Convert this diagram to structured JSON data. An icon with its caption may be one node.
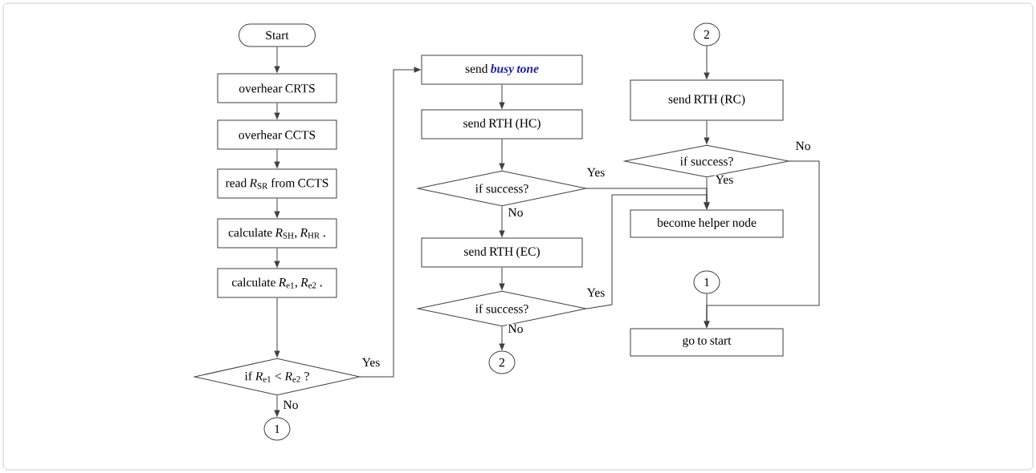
{
  "diagram": {
    "nodes": [
      {
        "text": [
          "Start"
        ]
      },
      {
        "text": [
          "overhear CRTS"
        ]
      },
      {
        "text": [
          "overhear CCTS"
        ]
      },
      {
        "text": [
          "read *R*$_{SR}$ from CCTS"
        ]
      },
      {
        "text": [
          "calculate *R*$_{SH}$, *R*$_{HR}$ ."
        ]
      },
      {
        "text": [
          "calculate *R*$_{e1}$, *R*$_{e2}$ ."
        ]
      },
      {
        "text": [
          "if *R*$_{e1}$ < *R*$_{e2}$ ?"
        ]
      },
      {
        "text": [
          "1"
        ]
      },
      {
        "text": [
          "send **busy tone**"
        ]
      },
      {
        "text": [
          "send RTH (HC)"
        ]
      },
      {
        "text": [
          "if success?"
        ]
      },
      {
        "text": [
          "send RTH (EC)"
        ]
      },
      {
        "text": [
          "if success?"
        ]
      },
      {
        "text": [
          "2"
        ]
      },
      {
        "text": [
          "2"
        ]
      },
      {
        "text": [
          "send RTH (RC)"
        ]
      },
      {
        "text": [
          "if success?"
        ]
      },
      {
        "text": [
          "become helper node"
        ]
      },
      {
        "text": [
          "1"
        ]
      },
      {
        "text": [
          "go to start"
        ]
      }
    ],
    "edges": [
      {
        "from": 0,
        "to": 1,
        "arrow": "to"
      },
      {
        "from": 1,
        "to": 2,
        "arrow": "to"
      },
      {
        "from": 2,
        "to": 3,
        "arrow": "to"
      },
      {
        "from": 3,
        "to": 4,
        "arrow": "to"
      },
      {
        "from": 4,
        "to": 5,
        "arrow": "to"
      },
      {
        "from": 5,
        "to": 6,
        "arrow": "to"
      },
      {
        "from": 6,
        "to": 7,
        "arrow": "to",
        "label": "No"
      },
      {
        "from": 6,
        "to": 8,
        "arrow": "to",
        "label": "Yes"
      },
      {
        "from": 8,
        "to": 9,
        "arrow": "to"
      },
      {
        "from": 9,
        "to": 10,
        "arrow": "to"
      },
      {
        "from": 10,
        "to": 11,
        "arrow": "to",
        "label": "No"
      },
      {
        "from": 10,
        "to": 17,
        "arrow": "to",
        "label": "Yes"
      },
      {
        "from": 11,
        "to": 12,
        "arrow": "to"
      },
      {
        "from": 12,
        "to": 17,
        "arrow": "to",
        "label": "Yes"
      },
      {
        "from": 12,
        "to": 13,
        "arrow": "to",
        "label": "No"
      },
      {
        "from": 14,
        "to": 15,
        "arrow": "to"
      },
      {
        "from": 15,
        "to": 16,
        "arrow": "to"
      },
      {
        "from": 16,
        "to": 17,
        "arrow": "to",
        "label": "Yes"
      },
      {
        "from": 16,
        "to": 19,
        "arrow": "to",
        "label": "No"
      },
      {
        "from": 18,
        "to": 19,
        "arrow": "to"
      }
    ]
  }
}
